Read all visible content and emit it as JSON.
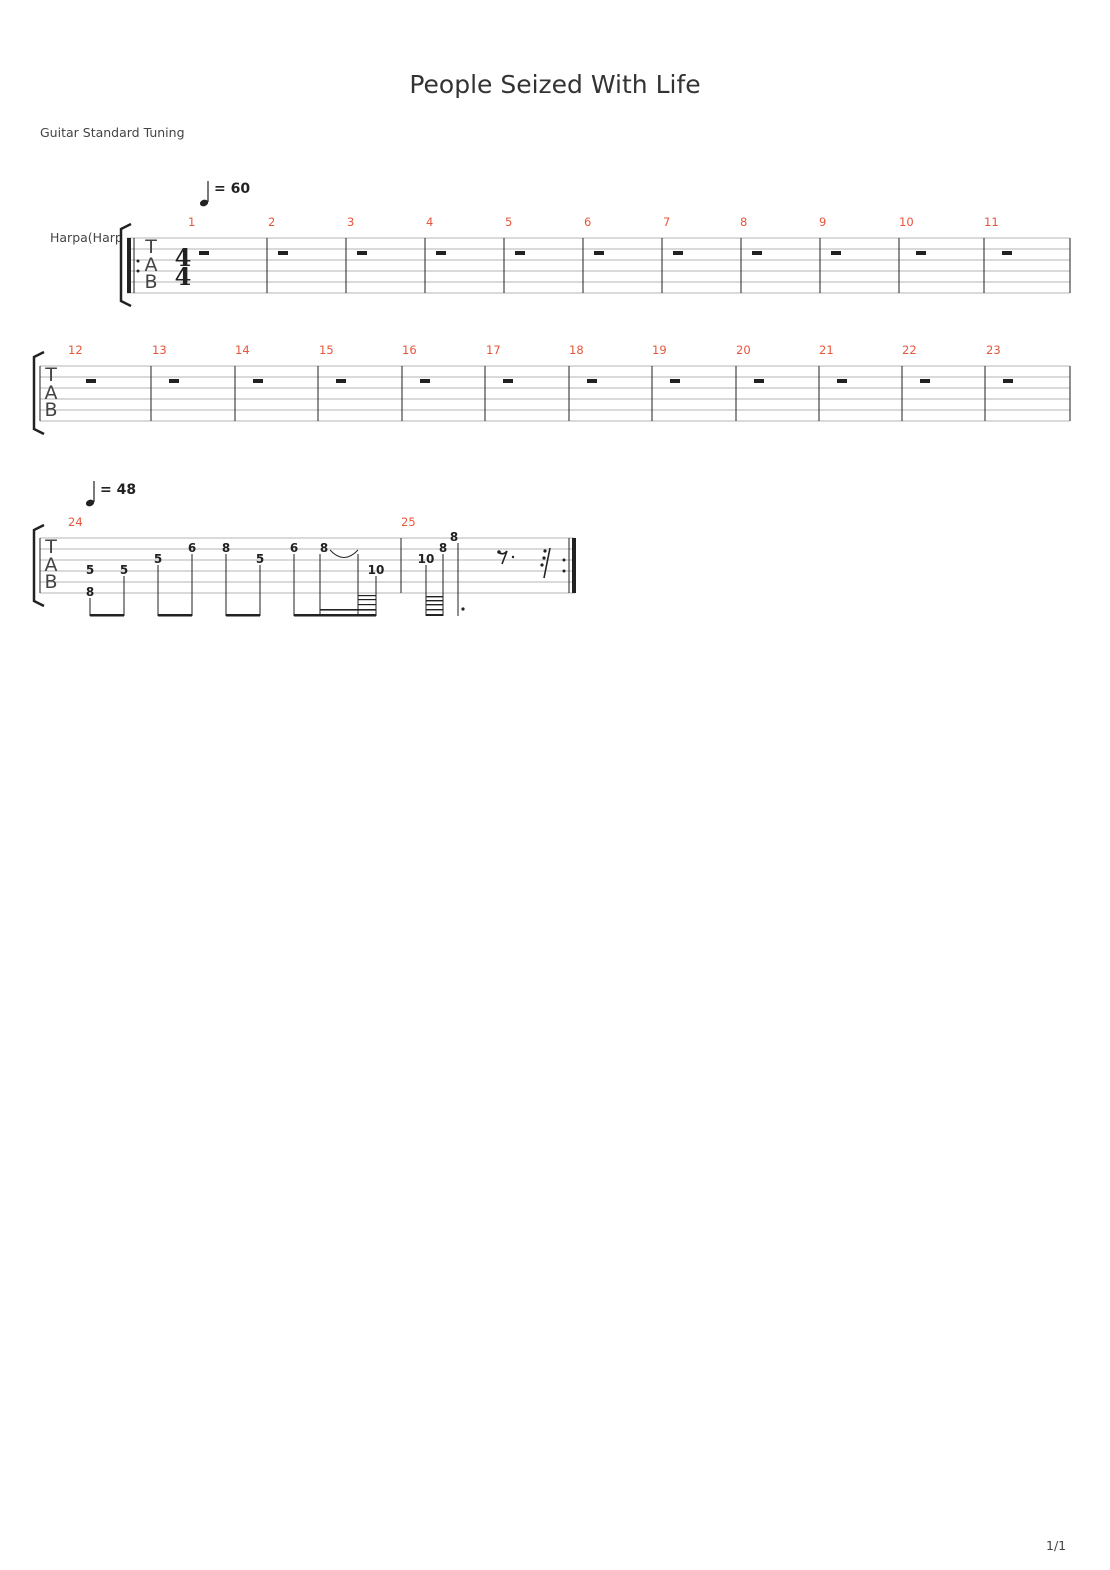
{
  "title": "People Seized With Life",
  "tuning": "Guitar Standard Tuning",
  "instrument": "Harpa(Harp",
  "tab_clef": [
    "T",
    "A",
    "B"
  ],
  "time_signature": {
    "numerator": "4",
    "denominator": "4"
  },
  "tempo_markings": [
    {
      "text": "= 60",
      "at_measure": 1
    },
    {
      "text": "= 48",
      "at_measure": 24
    }
  ],
  "systems": [
    {
      "measures": [
        "1",
        "2",
        "3",
        "4",
        "5",
        "6",
        "7",
        "8",
        "9",
        "10",
        "11"
      ]
    },
    {
      "measures": [
        "12",
        "13",
        "14",
        "15",
        "16",
        "17",
        "18",
        "19",
        "20",
        "21",
        "22",
        "23"
      ]
    },
    {
      "measures": [
        "24",
        "25"
      ]
    }
  ],
  "rest_measures": [
    "1",
    "2",
    "3",
    "4",
    "5",
    "6",
    "7",
    "8",
    "9",
    "10",
    "11",
    "12",
    "13",
    "14",
    "15",
    "16",
    "17",
    "18",
    "19",
    "20",
    "21",
    "22",
    "23"
  ],
  "measure_24_frets": [
    "5",
    "8",
    "5",
    "5",
    "6",
    "8",
    "5",
    "6",
    "8",
    "10"
  ],
  "measure_25_frets": [
    "10",
    "8",
    "8"
  ],
  "page_number": "1/1",
  "colors": {
    "measure_number": "#e8553a",
    "staff_line": "#b5b5b5",
    "text": "#333333"
  }
}
